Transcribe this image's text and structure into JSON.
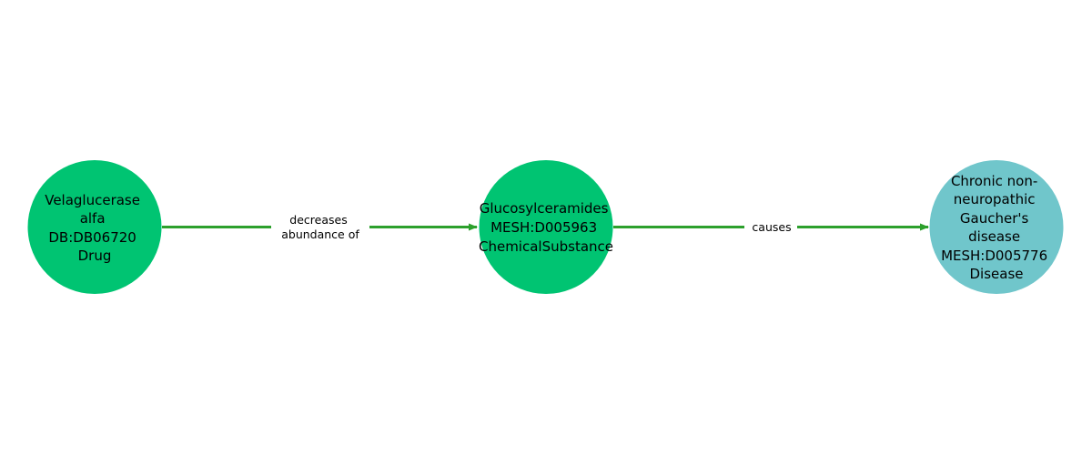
{
  "colors": {
    "drug_node": "#00c472",
    "chemical_node": "#00c472",
    "disease_node": "#70c6cb",
    "edge": "#2ca02c",
    "label_background": "#ffffff"
  },
  "nodes": [
    {
      "id": "drug",
      "lines": [
        "Velaglucerase",
        "alfa",
        "DB:DB06720",
        "Drug"
      ]
    },
    {
      "id": "chemical",
      "lines": [
        "Glucosylceramides",
        "MESH:D005963",
        "ChemicalSubstance"
      ]
    },
    {
      "id": "disease",
      "lines": [
        "Chronic non-",
        "neuropathic",
        "Gaucher's",
        "disease",
        "MESH:D005776",
        "Disease"
      ]
    }
  ],
  "edges": [
    {
      "from": "drug",
      "to": "chemical",
      "label_lines": [
        "decreases",
        "abundance of"
      ]
    },
    {
      "from": "chemical",
      "to": "disease",
      "label_lines": [
        "causes"
      ]
    }
  ]
}
